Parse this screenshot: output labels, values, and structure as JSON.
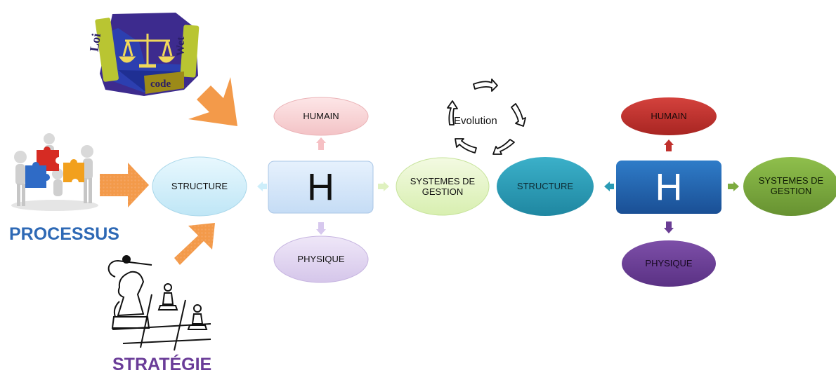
{
  "left_cluster": {
    "structure_label": "STRUCTURE",
    "h_label": "H",
    "humain_label": "HUMAIN",
    "physique_label": "PHYSIQUE",
    "systemes_label": "SYSTEMES DE GESTION"
  },
  "right_cluster": {
    "structure_label": "STRUCTURE",
    "h_label": "H",
    "humain_label": "HUMAIN",
    "physique_label": "PHYSIQUE",
    "systemes_label": "SYSTEMES DE GESTION"
  },
  "cycle": {
    "label": "Evolution"
  },
  "inputs": {
    "processus_label": "PROCESSUS",
    "strategie_label": "STRATÉGIE",
    "book_spine_left": "Loi",
    "book_spine_right": "Wet",
    "book_front": "code"
  },
  "colors": {
    "orange_arrow": "#f39a4a",
    "left_cyan": "#cdeefa",
    "left_pink": "#f8cfd2",
    "left_purple": "#ddd0ef",
    "left_green": "#e6f5c8",
    "right_teal": "#2a9bb5",
    "right_blue": "#1f63ad",
    "right_red": "#c0302c",
    "right_purple": "#6a3d94",
    "right_green": "#7cab3e",
    "processus_text": "#2e69b5",
    "strategie_text": "#6a3c98"
  }
}
